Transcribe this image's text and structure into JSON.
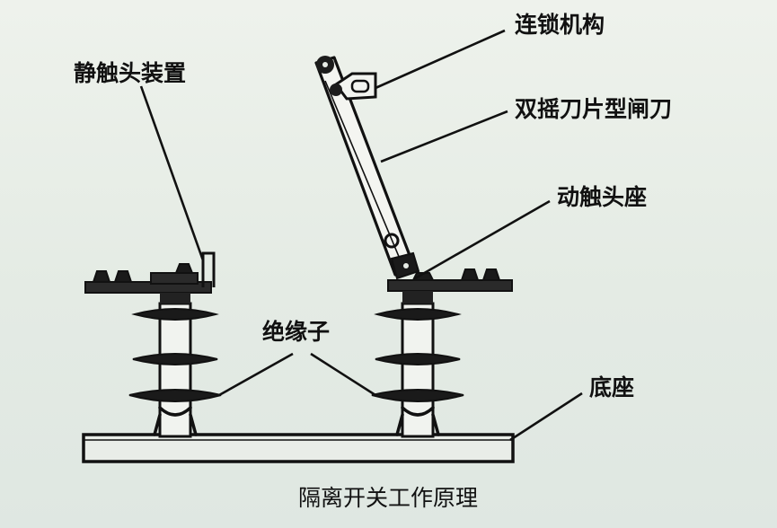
{
  "labels": {
    "static_contact": "静触头装置",
    "interlock": "连锁机构",
    "double_blade": "双摇刀片型闸刀",
    "moving_contact_seat": "动触头座",
    "insulator": "绝缘子",
    "base": "底座"
  },
  "caption": "隔离开关工作原理"
}
